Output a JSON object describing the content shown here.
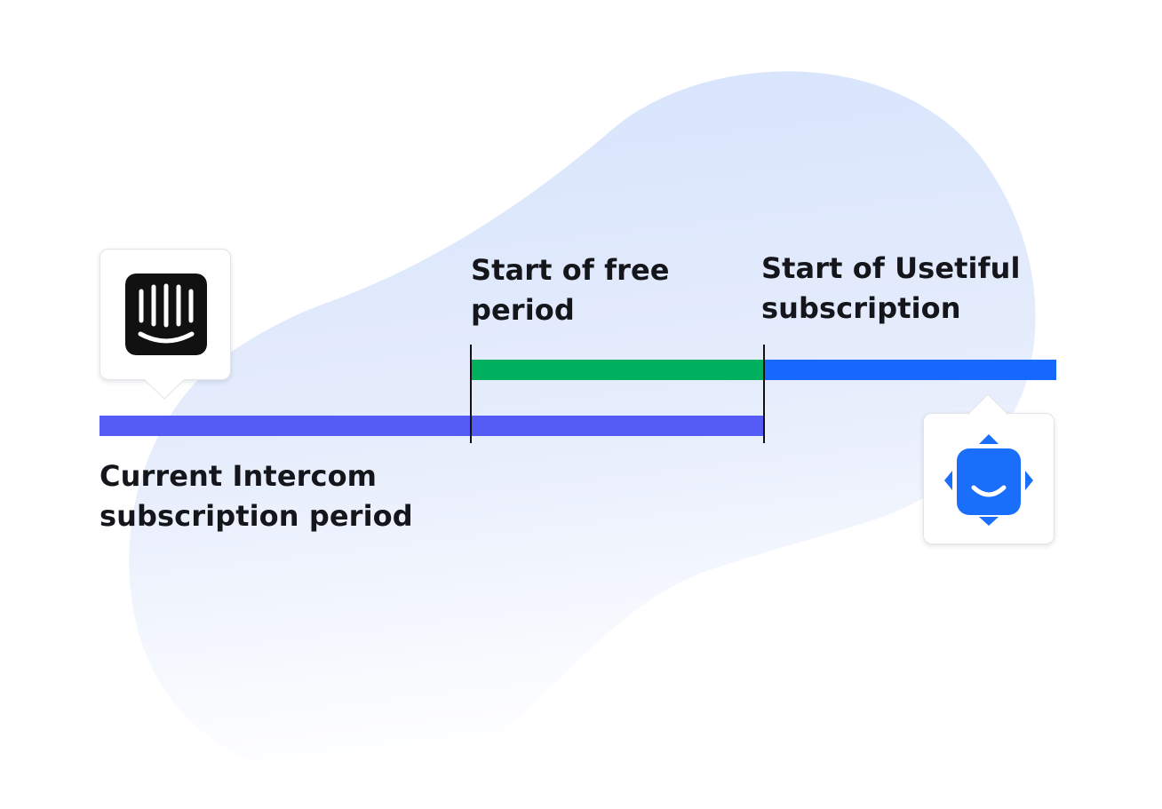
{
  "colors": {
    "background": "#ffffff",
    "blob": "#dbe6fd",
    "intercom_bar": "#555bf5",
    "free_bar": "#00b05f",
    "usetiful_bar": "#1769fd",
    "marker": "#111111",
    "intercom_logo": "#111111",
    "usetiful_logo": "#1a6ffa"
  },
  "labels": {
    "free_period": [
      "Start of free",
      "period"
    ],
    "usetiful": [
      "Start of Usetiful",
      "subscription"
    ],
    "intercom": [
      "Current Intercom",
      "subscription period"
    ]
  },
  "logos": {
    "intercom": "intercom-logo-icon",
    "usetiful": "usetiful-logo-icon"
  }
}
